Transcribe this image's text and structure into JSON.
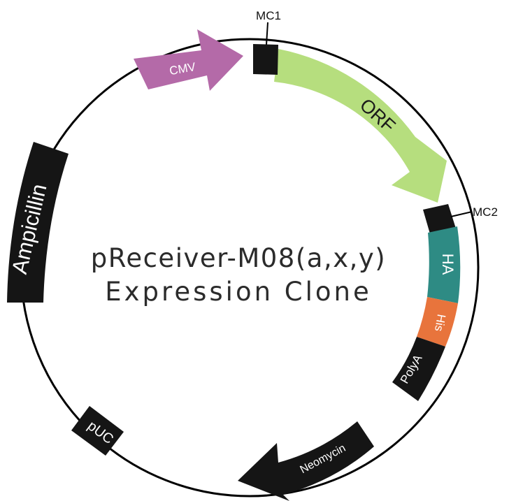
{
  "title": {
    "line1": "pReceiver-M08(a,x,y)",
    "line2": "Expression Clone"
  },
  "markers": {
    "mc1": "MC1",
    "mc2": "MC2"
  },
  "features": {
    "cmv": "CMV",
    "orf": "ORF",
    "ha": "HA",
    "his": "His",
    "polya": "PolyA",
    "neomycin": "Neomycin",
    "puc": "pUC",
    "ampicillin": "Ampicillin"
  },
  "colors": {
    "backbone": "#000000",
    "cmv": "#b46aa8",
    "orf": "#b6de7e",
    "ha": "#2e8b84",
    "his": "#e8743c",
    "dark_feature": "#151515",
    "feature_text_light": "#ffffff",
    "feature_text_dark": "#1a1a1a"
  }
}
